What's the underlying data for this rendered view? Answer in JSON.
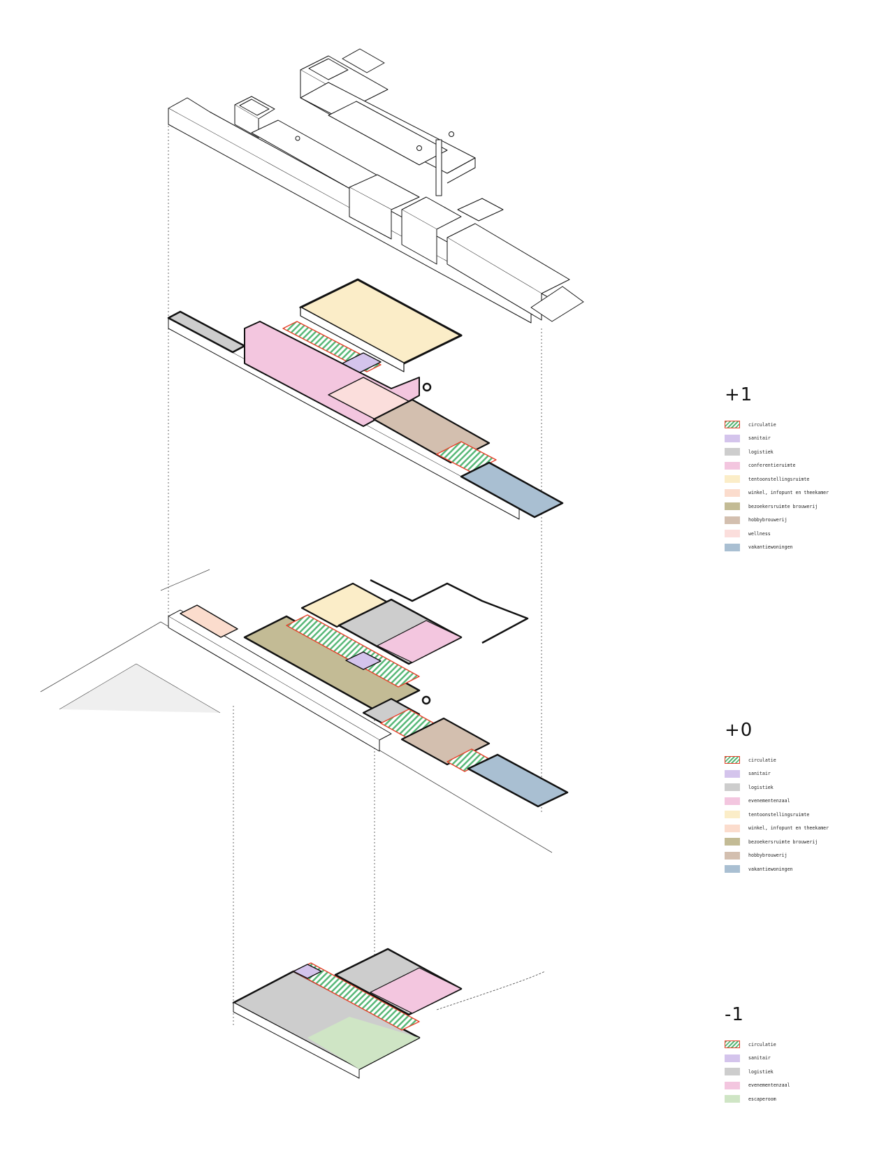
{
  "colors": {
    "circulatie": "#58b878",
    "circulatie_border": "#e8402a",
    "sanitair": "#d4c4ec",
    "logistiek": "#cdcdcd",
    "conferentieruimte": "#f3c6df",
    "evenementenzaal": "#f3c6df",
    "tentoonstellingsruimte": "#fbedc8",
    "winkel": "#fbdccd",
    "bezoekersruimte": "#c3bb95",
    "hobbybrouwerij": "#d3bfaf",
    "wellness": "#fbdedc",
    "vakantiewoningen": "#a9bfd2",
    "escaperoom": "#cfe5c5",
    "line": "#111111"
  },
  "legends": [
    {
      "title": "+1",
      "items": [
        {
          "label": "circulatie",
          "swatch": "hatch",
          "color": "#58b878"
        },
        {
          "label": "sanitair",
          "color": "#d4c4ec"
        },
        {
          "label": "logistiek",
          "color": "#cdcdcd"
        },
        {
          "label": "conferentieruimte",
          "color": "#f3c6df"
        },
        {
          "label": "tentoonstellingsruimte",
          "color": "#fbedc8"
        },
        {
          "label": "winkel, infopunt en theekamer",
          "color": "#fbdccd"
        },
        {
          "label": "bezoekersruimte brouwerij",
          "color": "#c3bb95"
        },
        {
          "label": "hobbybrouwerij",
          "color": "#d3bfaf"
        },
        {
          "label": "wellness",
          "color": "#fbdedc"
        },
        {
          "label": "vakantiewoningen",
          "color": "#a9bfd2"
        }
      ]
    },
    {
      "title": "+0",
      "items": [
        {
          "label": "circulatie",
          "swatch": "hatch",
          "color": "#58b878"
        },
        {
          "label": "sanitair",
          "color": "#d4c4ec"
        },
        {
          "label": "logistiek",
          "color": "#cdcdcd"
        },
        {
          "label": "evenementenzaal",
          "color": "#f3c6df"
        },
        {
          "label": "tentoonstellingsruimte",
          "color": "#fbedc8"
        },
        {
          "label": "winkel, infopunt en theekamer",
          "color": "#fbdccd"
        },
        {
          "label": "bezoekersruimte brouwerij",
          "color": "#c3bb95"
        },
        {
          "label": "hobbybrouwerij",
          "color": "#d3bfaf"
        },
        {
          "label": "vakantiewoningen",
          "color": "#a9bfd2"
        }
      ]
    },
    {
      "title": "-1",
      "items": [
        {
          "label": "circulatie",
          "swatch": "hatch",
          "color": "#58b878"
        },
        {
          "label": "sanitair",
          "color": "#d4c4ec"
        },
        {
          "label": "logistiek",
          "color": "#cdcdcd"
        },
        {
          "label": "evenementenzaal",
          "color": "#f3c6df"
        },
        {
          "label": "escaperoom",
          "color": "#cfe5c5"
        }
      ]
    }
  ]
}
